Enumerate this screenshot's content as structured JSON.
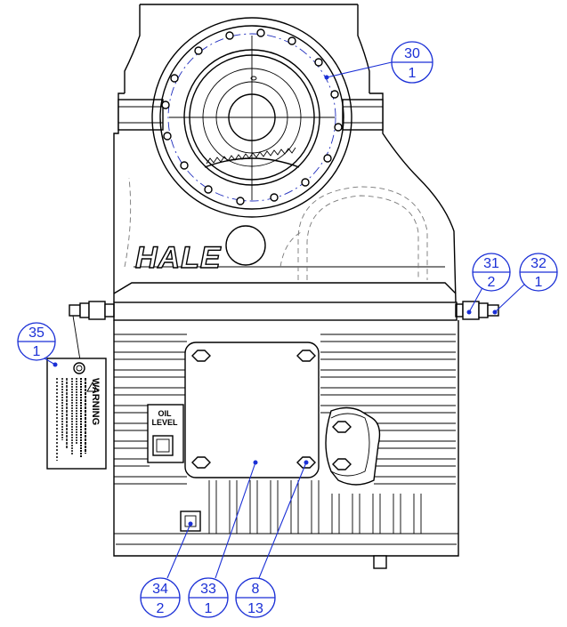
{
  "logo_text": "HALE",
  "oil_level_label": [
    "OIL",
    "LEVEL"
  ],
  "warning_tag": {
    "heading": "WARNING"
  },
  "balloons": [
    {
      "id": "b30",
      "item": "30",
      "qty": "1"
    },
    {
      "id": "b31",
      "item": "31",
      "qty": "2"
    },
    {
      "id": "b32",
      "item": "32",
      "qty": "1"
    },
    {
      "id": "b35",
      "item": "35",
      "qty": "1"
    },
    {
      "id": "b34",
      "item": "34",
      "qty": "2"
    },
    {
      "id": "b33",
      "item": "33",
      "qty": "1"
    },
    {
      "id": "b8",
      "item": "8",
      "qty": "13"
    }
  ],
  "colors": {
    "balloon": "#1a2fd6",
    "line": "#000000",
    "centerline": "#1f2dbd",
    "hidden": "#777777"
  }
}
